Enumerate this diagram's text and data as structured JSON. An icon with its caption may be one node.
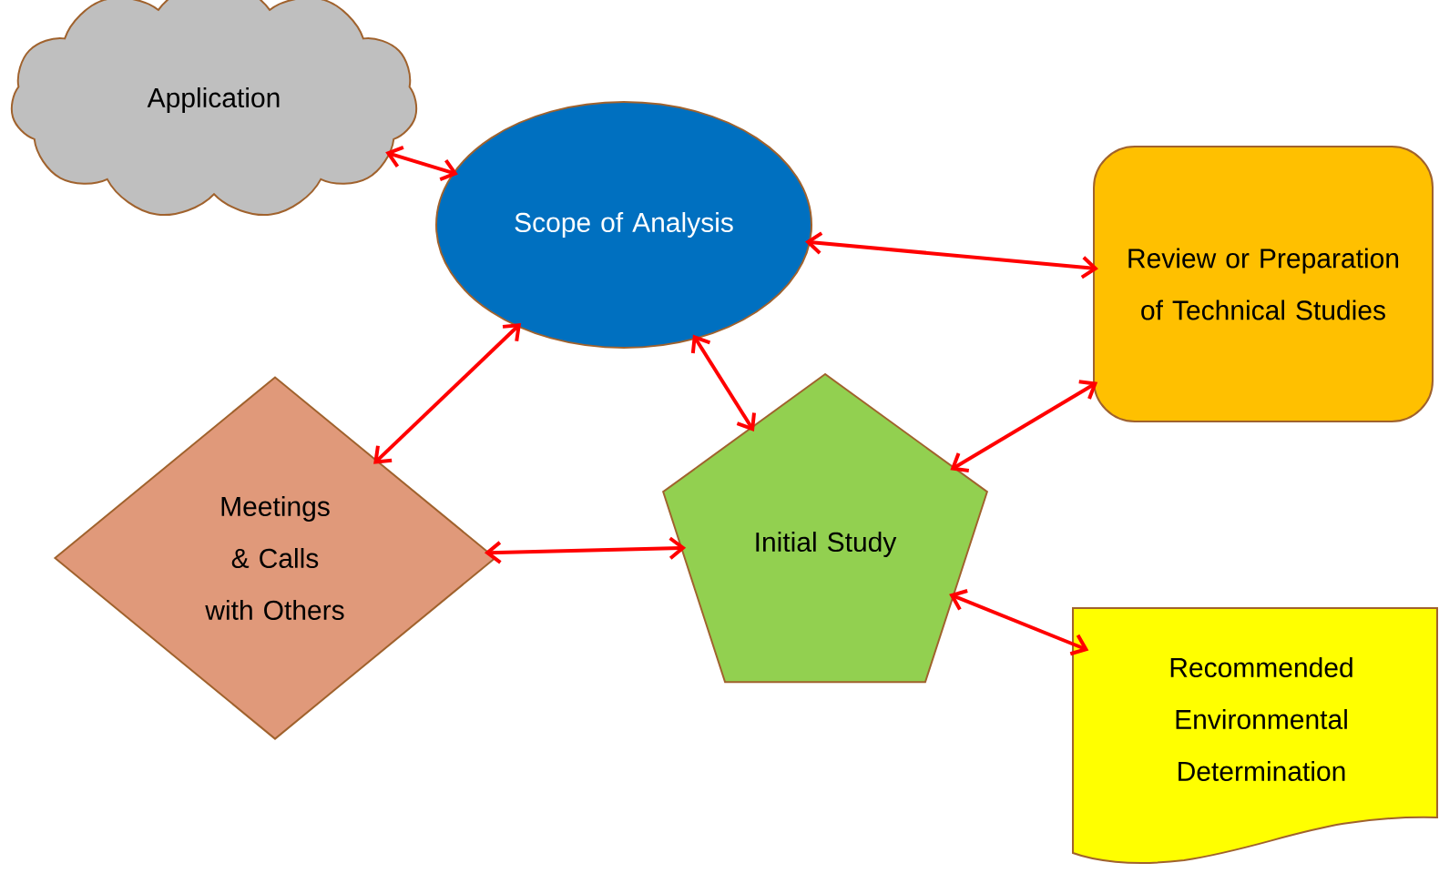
{
  "diagram": {
    "nodes": [
      {
        "text": [
          "Application"
        ]
      },
      {
        "text": [
          "Scope of Analysis"
        ]
      },
      {
        "text": [
          "Review or Preparation of Technical Studies"
        ]
      },
      {
        "text": [
          "Meetings & Calls with Others"
        ]
      },
      {
        "text": [
          "Initial Study"
        ]
      },
      {
        "text": [
          "Recommended Environmental Determination"
        ]
      }
    ],
    "edges": [
      {
        "from": 0,
        "to": 1,
        "arrow": "both"
      },
      {
        "from": 1,
        "to": 2,
        "arrow": "both"
      },
      {
        "from": 1,
        "to": 3,
        "arrow": "both"
      },
      {
        "from": 1,
        "to": 4,
        "arrow": "both"
      },
      {
        "from": 2,
        "to": 4,
        "arrow": "both"
      },
      {
        "from": 3,
        "to": 4,
        "arrow": "both"
      },
      {
        "from": 4,
        "to": 5,
        "arrow": "both"
      }
    ]
  }
}
